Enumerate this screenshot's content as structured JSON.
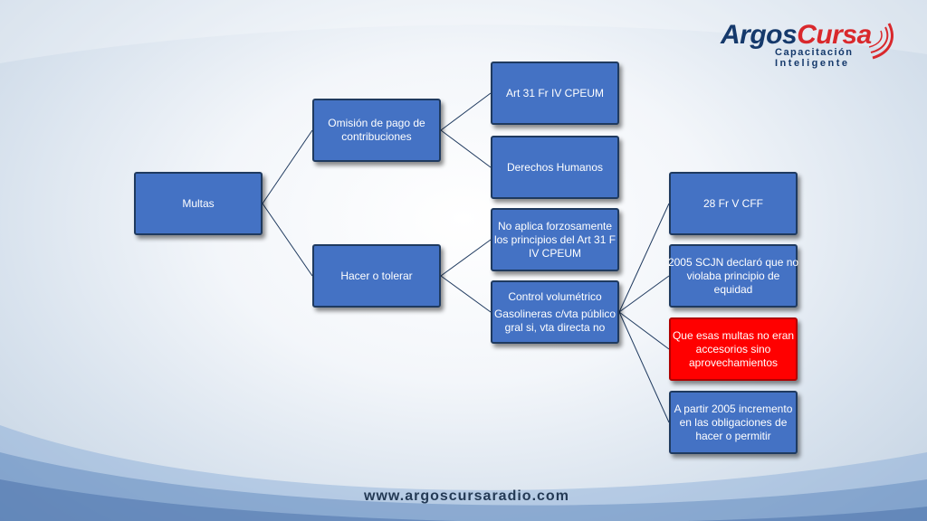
{
  "logo": {
    "name_part1": "Argos",
    "name_part2": "Cursa",
    "tagline_1": "Capacitación",
    "tagline_2": "Inteligente"
  },
  "footer": {
    "url": "www.argoscursaradio.com"
  },
  "diagram": {
    "root": {
      "lines": [
        "Multas"
      ]
    },
    "omision": {
      "lines": [
        "Omisión de pago de",
        "contribuciones"
      ]
    },
    "art31": {
      "lines": [
        "Art 31 Fr IV CPEUM"
      ]
    },
    "derechos": {
      "lines": [
        "Derechos Humanos"
      ]
    },
    "hacer": {
      "lines": [
        "Hacer o tolerar"
      ]
    },
    "noaplica": {
      "lines": [
        "No aplica forzosamente",
        "los principios del Art 31 F",
        "IV CPEUM"
      ]
    },
    "control": {
      "lines": [
        "Control volumétrico",
        "Gasolineras c/vta público",
        "gral si, vta directa no"
      ]
    },
    "cff28": {
      "lines": [
        "28 Fr V CFF"
      ]
    },
    "scjn": {
      "lines": [
        "2005 SCJN declaró que no",
        "violaba principio de",
        "equidad"
      ]
    },
    "multas_acc": {
      "lines": [
        "Que esas multas no eran",
        "accesorios sino",
        "aprovechamientos"
      ]
    },
    "partir2005": {
      "lines": [
        "A partir 2005 incremento",
        "en las obligaciones de",
        "hacer o permitir"
      ]
    }
  },
  "colors": {
    "node_fill": "#4472c4",
    "node_border": "#1f3a5f",
    "highlight_fill": "#ff0000",
    "connector": "#1f3a5f"
  }
}
